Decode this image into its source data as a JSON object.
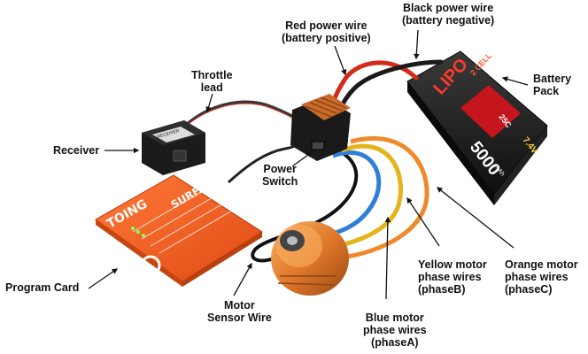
{
  "labels": {
    "red_wire": [
      "Red power wire",
      "(battery positive)"
    ],
    "black_wire": [
      "Black power wire",
      "(battery negative)"
    ],
    "throttle": [
      "Throttle",
      "lead"
    ],
    "battery": [
      "Battery",
      "Pack"
    ],
    "receiver": [
      "Receiver"
    ],
    "power_switch": [
      "Power",
      "Switch"
    ],
    "program_card": [
      "Program Card"
    ],
    "sensor_wire": [
      "Motor",
      "Sensor Wire"
    ],
    "blue_wires": [
      "Blue motor",
      "phase wires",
      "(phaseA)"
    ],
    "yellow_wires": [
      "Yellow motor",
      "phase wires",
      "(phaseB)"
    ],
    "orange_wires": [
      "Orange motor",
      "phase wires",
      "(phaseC)"
    ]
  },
  "battery_pack": {
    "cells": "2 CELL",
    "chem": "LIPO",
    "rating": "25C",
    "voltage": "7.4V",
    "capacity": "5000",
    "unit": "mAh"
  },
  "receiver_box": {
    "brand": "RECEIVER"
  },
  "program_card_box": {
    "brand": "TOING",
    "title": "SURFACE"
  },
  "colors": {
    "red_wire": "#d32a1c",
    "black_wire": "#1a1a1a",
    "blue_wire": "#2f7fd8",
    "yellow_wire": "#e5b41a",
    "orange_wire": "#ef8a2a",
    "card": "#f25a20",
    "battery_body": "#1a1a1a",
    "battery_stripe": "#c4161c",
    "esc_copper": "#c96a2a",
    "motor_orange": "#e58a3a"
  }
}
